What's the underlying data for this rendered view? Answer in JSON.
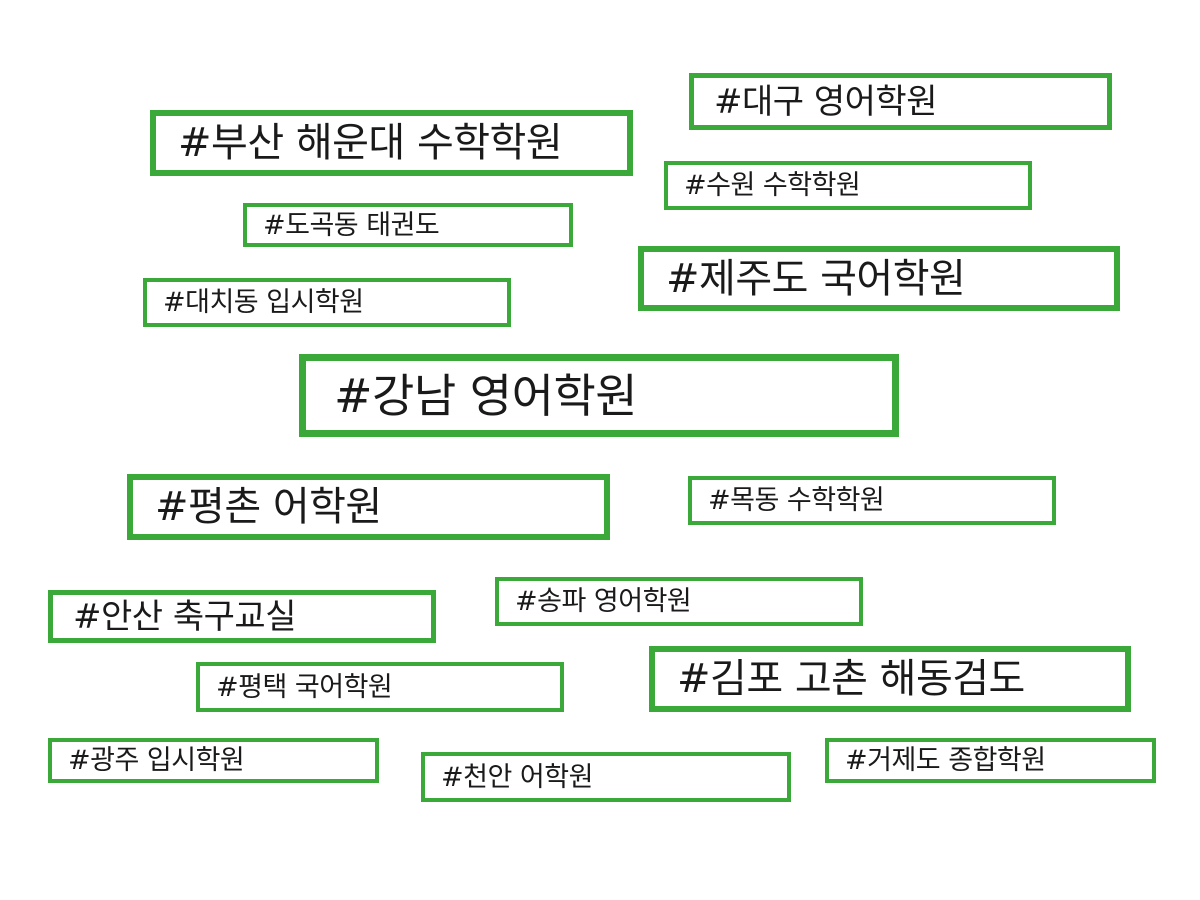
{
  "tags": [
    {
      "text": "#부산 해운대 수학학원"
    },
    {
      "text": "#대구 영어학원"
    },
    {
      "text": "#수원 수학학원"
    },
    {
      "text": "#도곡동 태권도"
    },
    {
      "text": "#제주도 국어학원"
    },
    {
      "text": "#대치동 입시학원"
    },
    {
      "text": "#강남 영어학원"
    },
    {
      "text": "#평촌 어학원"
    },
    {
      "text": "#목동 수학학원"
    },
    {
      "text": "#송파 영어학원"
    },
    {
      "text": "#안산 축구교실"
    },
    {
      "text": "#평택 국어학원"
    },
    {
      "text": "#김포 고촌 해동검도"
    },
    {
      "text": "#광주 입시학원"
    },
    {
      "text": "#천안 어학원"
    },
    {
      "text": "#거제도 종합학원"
    }
  ],
  "colors": {
    "border": "#3aa93a",
    "text": "#1a1a1a",
    "background": "#ffffff"
  }
}
